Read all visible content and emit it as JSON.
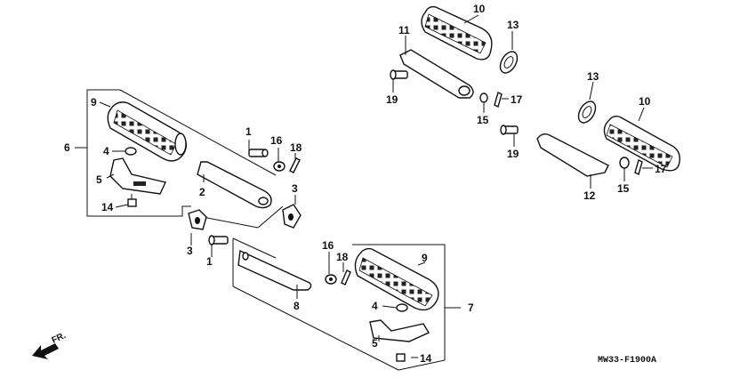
{
  "diagram_code": "MW33-F1900A",
  "direction_label": "FR.",
  "callouts": {
    "c1a": "1",
    "c1b": "1",
    "c2": "2",
    "c3a": "3",
    "c3b": "3",
    "c4a": "4",
    "c4b": "4",
    "c5a": "5",
    "c5b": "5",
    "c6": "6",
    "c7": "7",
    "c8": "8",
    "c9a": "9",
    "c9b": "9",
    "c10a": "10",
    "c10b": "10",
    "c11": "11",
    "c12": "12",
    "c13a": "13",
    "c13b": "13",
    "c14a": "14",
    "c14b": "14",
    "c15a": "15",
    "c15b": "15",
    "c16a": "16",
    "c16b": "16",
    "c17a": "17",
    "c17b": "17",
    "c18a": "18",
    "c18b": "18",
    "c19a": "19",
    "c19b": "19"
  }
}
